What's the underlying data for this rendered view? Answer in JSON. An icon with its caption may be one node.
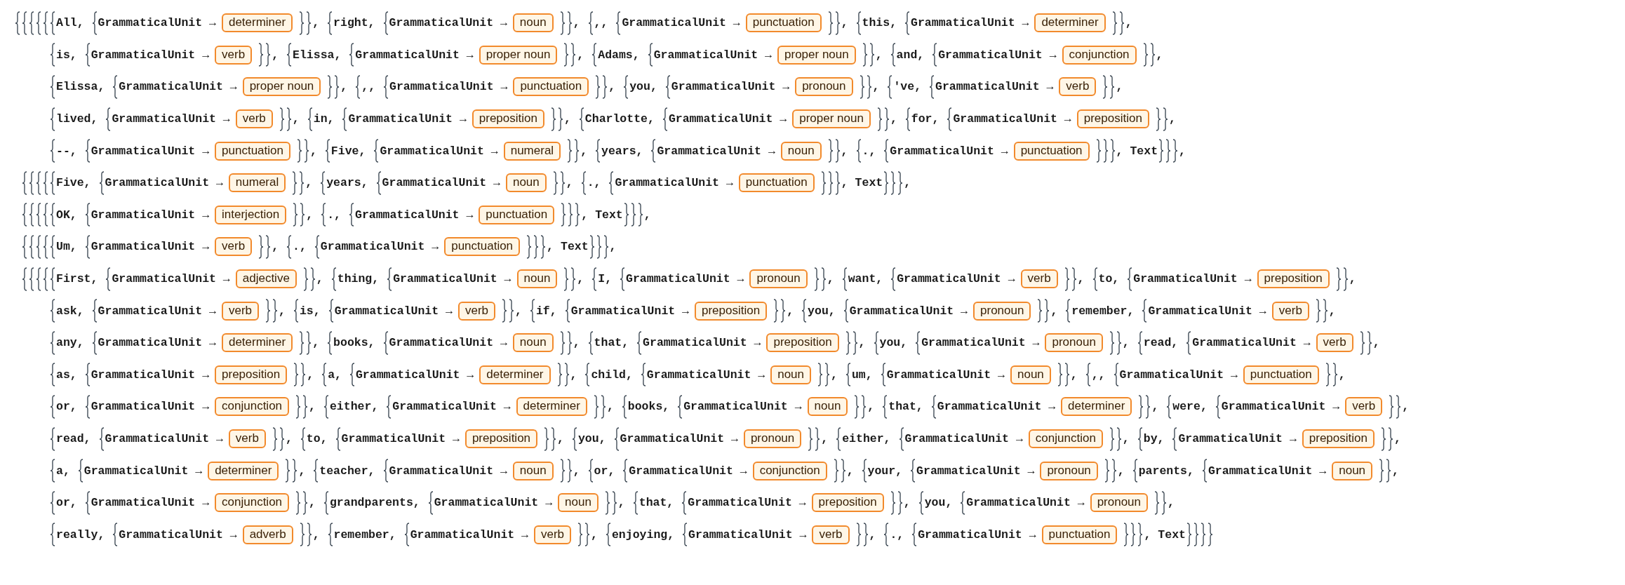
{
  "diagram": {
    "nodes": [
      {
        "text": [
          "determiner"
        ],
        "beside": [
          "All,",
          "GrammaticalUnit →"
        ]
      },
      {
        "text": [
          "noun"
        ],
        "beside": [
          "right,",
          "GrammaticalUnit →"
        ]
      },
      {
        "text": [
          "punctuation"
        ],
        "beside": [
          ",,",
          "GrammaticalUnit →"
        ]
      },
      {
        "text": [
          "determiner"
        ],
        "beside": [
          "this,",
          "GrammaticalUnit →"
        ]
      },
      {
        "text": [
          "verb"
        ],
        "beside": [
          "is,",
          "GrammaticalUnit →"
        ]
      },
      {
        "text": [
          "proper noun"
        ],
        "beside": [
          "Elissa,",
          "GrammaticalUnit →"
        ]
      },
      {
        "text": [
          "proper noun"
        ],
        "beside": [
          "Adams,",
          "GrammaticalUnit →"
        ]
      },
      {
        "text": [
          "conjunction"
        ],
        "beside": [
          "and,",
          "GrammaticalUnit →"
        ]
      },
      {
        "text": [
          "proper noun"
        ],
        "beside": [
          "Elissa,",
          "GrammaticalUnit →"
        ]
      },
      {
        "text": [
          "punctuation"
        ],
        "beside": [
          ",,",
          "GrammaticalUnit →"
        ]
      },
      {
        "text": [
          "pronoun"
        ],
        "beside": [
          "you,",
          "GrammaticalUnit →"
        ]
      },
      {
        "text": [
          "verb"
        ],
        "beside": [
          "'ve,",
          "GrammaticalUnit →"
        ]
      },
      {
        "text": [
          "verb"
        ],
        "beside": [
          "lived,",
          "GrammaticalUnit →"
        ]
      },
      {
        "text": [
          "preposition"
        ],
        "beside": [
          "in,",
          "GrammaticalUnit →"
        ]
      },
      {
        "text": [
          "proper noun"
        ],
        "beside": [
          "Charlotte,",
          "GrammaticalUnit →"
        ]
      },
      {
        "text": [
          "preposition"
        ],
        "beside": [
          "for,",
          "GrammaticalUnit →"
        ]
      },
      {
        "text": [
          "punctuation"
        ],
        "beside": [
          "--,",
          "GrammaticalUnit →"
        ]
      },
      {
        "text": [
          "numeral"
        ],
        "beside": [
          "Five,",
          "GrammaticalUnit →"
        ]
      },
      {
        "text": [
          "noun"
        ],
        "beside": [
          "years,",
          "GrammaticalUnit →"
        ]
      },
      {
        "text": [
          "punctuation"
        ],
        "beside": [
          ".,",
          "GrammaticalUnit →"
        ]
      },
      {
        "text": [
          "numeral"
        ],
        "beside": [
          "Five,",
          "GrammaticalUnit →"
        ]
      },
      {
        "text": [
          "noun"
        ],
        "beside": [
          "years,",
          "GrammaticalUnit →"
        ]
      },
      {
        "text": [
          "punctuation"
        ],
        "beside": [
          ".,",
          "GrammaticalUnit →"
        ]
      },
      {
        "text": [
          "interjection"
        ],
        "beside": [
          "OK,",
          "GrammaticalUnit →"
        ]
      },
      {
        "text": [
          "punctuation"
        ],
        "beside": [
          ".,",
          "GrammaticalUnit →"
        ]
      },
      {
        "text": [
          "verb"
        ],
        "beside": [
          "Um,",
          "GrammaticalUnit →"
        ]
      },
      {
        "text": [
          "punctuation"
        ],
        "beside": [
          ".,",
          "GrammaticalUnit →"
        ]
      },
      {
        "text": [
          "adjective"
        ],
        "beside": [
          "First,",
          "GrammaticalUnit →"
        ]
      },
      {
        "text": [
          "noun"
        ],
        "beside": [
          "thing,",
          "GrammaticalUnit →"
        ]
      },
      {
        "text": [
          "pronoun"
        ],
        "beside": [
          "I,",
          "GrammaticalUnit →"
        ]
      },
      {
        "text": [
          "verb"
        ],
        "beside": [
          "want,",
          "GrammaticalUnit →"
        ]
      },
      {
        "text": [
          "preposition"
        ],
        "beside": [
          "to,",
          "GrammaticalUnit →"
        ]
      },
      {
        "text": [
          "verb"
        ],
        "beside": [
          "ask,",
          "GrammaticalUnit →"
        ]
      },
      {
        "text": [
          "verb"
        ],
        "beside": [
          "is,",
          "GrammaticalUnit →"
        ]
      },
      {
        "text": [
          "preposition"
        ],
        "beside": [
          "if,",
          "GrammaticalUnit →"
        ]
      },
      {
        "text": [
          "pronoun"
        ],
        "beside": [
          "you,",
          "GrammaticalUnit →"
        ]
      },
      {
        "text": [
          "verb"
        ],
        "beside": [
          "remember,",
          "GrammaticalUnit →"
        ]
      },
      {
        "text": [
          "determiner"
        ],
        "beside": [
          "any,",
          "GrammaticalUnit →"
        ]
      },
      {
        "text": [
          "noun"
        ],
        "beside": [
          "books,",
          "GrammaticalUnit →"
        ]
      },
      {
        "text": [
          "preposition"
        ],
        "beside": [
          "that,",
          "GrammaticalUnit →"
        ]
      },
      {
        "text": [
          "pronoun"
        ],
        "beside": [
          "you,",
          "GrammaticalUnit →"
        ]
      },
      {
        "text": [
          "verb"
        ],
        "beside": [
          "read,",
          "GrammaticalUnit →"
        ]
      },
      {
        "text": [
          "preposition"
        ],
        "beside": [
          "as,",
          "GrammaticalUnit →"
        ]
      },
      {
        "text": [
          "determiner"
        ],
        "beside": [
          "a,",
          "GrammaticalUnit →"
        ]
      },
      {
        "text": [
          "noun"
        ],
        "beside": [
          "child,",
          "GrammaticalUnit →"
        ]
      },
      {
        "text": [
          "noun"
        ],
        "beside": [
          "um,",
          "GrammaticalUnit →"
        ]
      },
      {
        "text": [
          "punctuation"
        ],
        "beside": [
          ",,",
          "GrammaticalUnit →"
        ]
      },
      {
        "text": [
          "conjunction"
        ],
        "beside": [
          "or,",
          "GrammaticalUnit →"
        ]
      },
      {
        "text": [
          "determiner"
        ],
        "beside": [
          "either,",
          "GrammaticalUnit →"
        ]
      },
      {
        "text": [
          "noun"
        ],
        "beside": [
          "books,",
          "GrammaticalUnit →"
        ]
      },
      {
        "text": [
          "determiner"
        ],
        "beside": [
          "that,",
          "GrammaticalUnit →"
        ]
      },
      {
        "text": [
          "verb"
        ],
        "beside": [
          "were,",
          "GrammaticalUnit →"
        ]
      },
      {
        "text": [
          "verb"
        ],
        "beside": [
          "read,",
          "GrammaticalUnit →"
        ]
      },
      {
        "text": [
          "preposition"
        ],
        "beside": [
          "to,",
          "GrammaticalUnit →"
        ]
      },
      {
        "text": [
          "pronoun"
        ],
        "beside": [
          "you,",
          "GrammaticalUnit →"
        ]
      },
      {
        "text": [
          "conjunction"
        ],
        "beside": [
          "either,",
          "GrammaticalUnit →"
        ]
      },
      {
        "text": [
          "preposition"
        ],
        "beside": [
          "by,",
          "GrammaticalUnit →"
        ]
      },
      {
        "text": [
          "determiner"
        ],
        "beside": [
          "a,",
          "GrammaticalUnit →"
        ]
      },
      {
        "text": [
          "noun"
        ],
        "beside": [
          "teacher,",
          "GrammaticalUnit →"
        ]
      },
      {
        "text": [
          "conjunction"
        ],
        "beside": [
          "or,",
          "GrammaticalUnit →"
        ]
      },
      {
        "text": [
          "pronoun"
        ],
        "beside": [
          "your,",
          "GrammaticalUnit →"
        ]
      },
      {
        "text": [
          "noun"
        ],
        "beside": [
          "parents,",
          "GrammaticalUnit →"
        ]
      },
      {
        "text": [
          "conjunction"
        ],
        "beside": [
          "or,",
          "GrammaticalUnit →"
        ]
      },
      {
        "text": [
          "noun"
        ],
        "beside": [
          "grandparents,",
          "GrammaticalUnit →"
        ]
      },
      {
        "text": [
          "preposition"
        ],
        "beside": [
          "that,",
          "GrammaticalUnit →"
        ]
      },
      {
        "text": [
          "pronoun"
        ],
        "beside": [
          "you,",
          "GrammaticalUnit →"
        ]
      },
      {
        "text": [
          "adverb"
        ],
        "beside": [
          "really,",
          "GrammaticalUnit →"
        ]
      },
      {
        "text": [
          "verb"
        ],
        "beside": [
          "remember,",
          "GrammaticalUnit →"
        ]
      },
      {
        "text": [
          "verb"
        ],
        "beside": [
          "enjoying,",
          "GrammaticalUnit →"
        ]
      },
      {
        "text": [
          "punctuation"
        ],
        "beside": [
          ".,",
          "GrammaticalUnit →"
        ]
      }
    ],
    "labels": [
      ",",
      ",",
      ",",
      ",",
      ",",
      ",",
      ",",
      ",",
      ",",
      ",",
      ",",
      ",",
      ",",
      ",",
      ",",
      ",",
      ",",
      ",",
      ",",
      ",",
      "Text",
      ",",
      ",",
      ",",
      ",",
      "Text",
      ",",
      ",",
      ",",
      "Text",
      ",",
      ",",
      ",",
      "Text",
      ",",
      ",",
      ",",
      ",",
      ",",
      ",",
      ",",
      ",",
      ",",
      ",",
      ",",
      ",",
      ",",
      ",",
      ",",
      ",",
      ",",
      ",",
      ",",
      ",",
      ",",
      ",",
      ",",
      ",",
      ",",
      ",",
      ",",
      ",",
      ",",
      ",",
      ",",
      ",",
      ",",
      ",",
      ",",
      ",",
      ",",
      ",",
      ",",
      ",",
      ",",
      ",",
      ",",
      ",",
      "Text"
    ]
  }
}
